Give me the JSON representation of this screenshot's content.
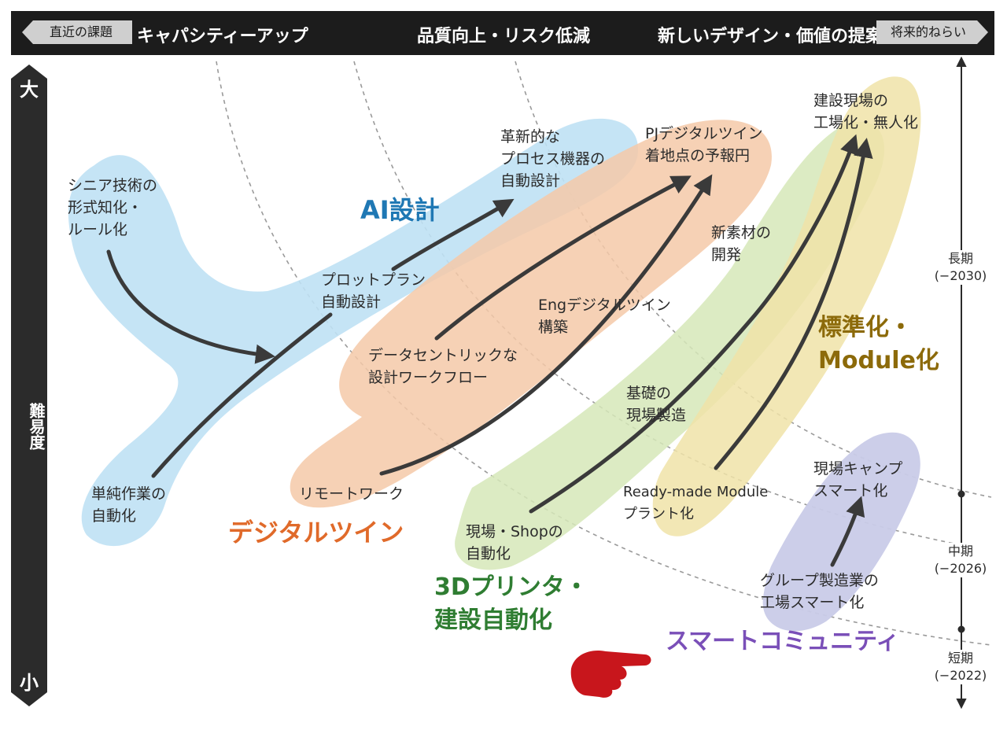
{
  "header": {
    "left_tag": "直近の課題",
    "title_left": "キャパシティーアップ",
    "title_center": "品質向上・リスク低減",
    "title_right": "新しいデザイン・価値の提案",
    "right_tag": "将来的ねらい"
  },
  "difficulty_axis": {
    "top": "大",
    "label": "難易度",
    "bottom": "小"
  },
  "timeline": {
    "long": "長期\n(−2030)",
    "mid": "中期\n(−2026)",
    "short": "短期\n(−2022)"
  },
  "categories": {
    "ai": "AI設計",
    "digital_twin": "デジタルツイン",
    "printer": "3Dプリンタ・\n建設自動化",
    "module": "標準化・\nModule化",
    "smart": "スマートコミュニティ"
  },
  "items": {
    "senior": "シニア技術の\n形式知化・\nルール化",
    "simple": "単純作業の\n自動化",
    "plot": "プロットプラン\n自動設計",
    "process": "革新的な\nプロセス機器の\n自動設計",
    "datacentric": "データセントリックな\n設計ワークフロー",
    "remote": "リモートワーク",
    "pj_twin": "PJデジタルツイン\n着地点の予報円",
    "eng_twin": "Engデジタルツイン\n構築",
    "material": "新素材の\n開発",
    "foundation": "基礎の\n現場製造",
    "shop": "現場・Shopの\n自動化",
    "factory": "建設現場の\n工場化・無人化",
    "readymade": "Ready-made Module\nプラント化",
    "camp": "現場キャンプ\nスマート化",
    "group": "グループ製造業の\n工場スマート化"
  },
  "colors": {
    "ai_blob": "#bfe1f4",
    "ai_text": "#1f78b4",
    "dt_blob": "#f5c9a8",
    "dt_text": "#e06a2a",
    "printer_blob": "#d6e8b8",
    "printer_text": "#2f7d32",
    "module_blob": "#f0e3a8",
    "module_text": "#8c6a0a",
    "smart_blob": "#c9cbe8",
    "smart_text": "#7a4fb8",
    "arrow": "#3a3a3a",
    "hand": "#c8161c"
  }
}
